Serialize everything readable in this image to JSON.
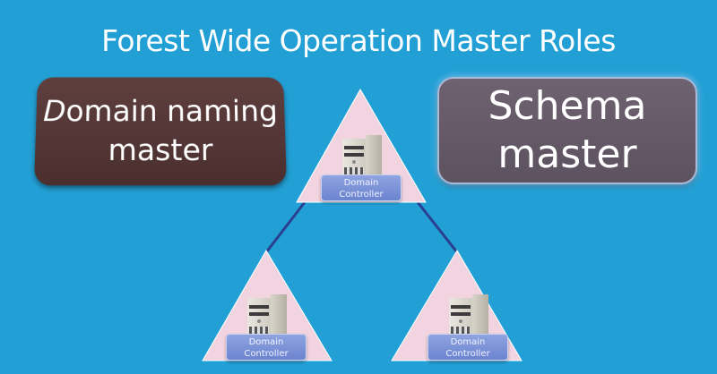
{
  "title": "Forest Wide Operation Master Roles",
  "roles": {
    "domain_naming": {
      "line1_italic": "D",
      "line1_rest": "omain naming",
      "line2": "master",
      "color": "#553837"
    },
    "schema": {
      "line1": "Schema",
      "line2": "master",
      "color": "#665a68"
    }
  },
  "domain_controllers": [
    {
      "label_line1": "Domain",
      "label_line2": "Controller",
      "position": "top"
    },
    {
      "label_line1": "Domain",
      "label_line2": "Controller",
      "position": "bottom-left"
    },
    {
      "label_line1": "Domain",
      "label_line2": "Controller",
      "position": "bottom-right"
    }
  ],
  "colors": {
    "background": "#22a0d6",
    "triangle": "#f2d4e0",
    "connector": "#2a3f8f"
  }
}
